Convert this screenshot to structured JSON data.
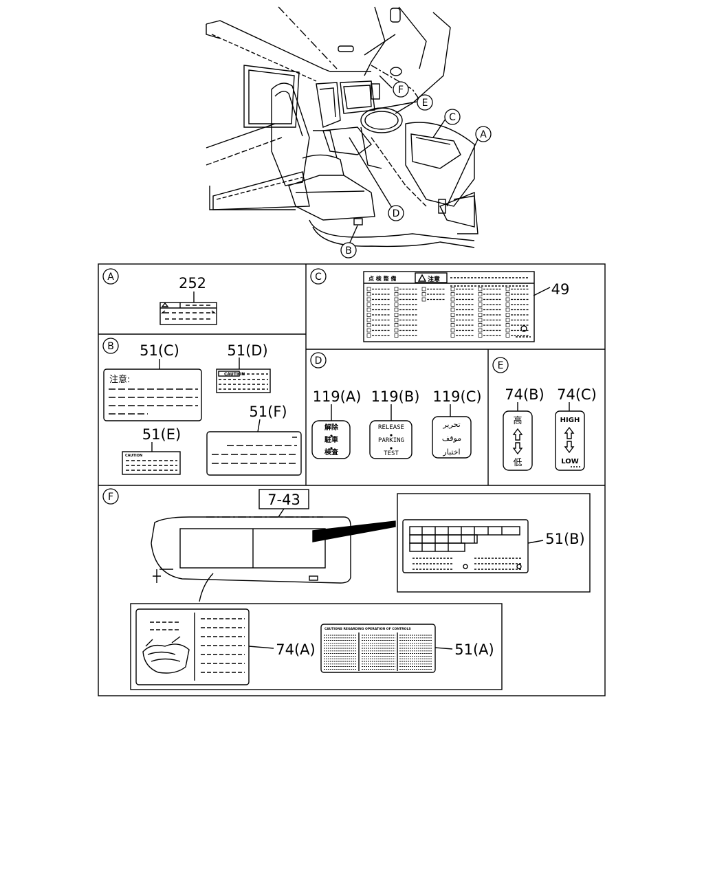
{
  "callouts": {
    "A": "A",
    "B": "B",
    "C": "C",
    "D": "D",
    "E": "E",
    "F": "F"
  },
  "panels": {
    "A": {
      "letter": "A",
      "part": "252"
    },
    "B": {
      "letter": "B",
      "labels": [
        {
          "part": "51(C)",
          "heading": "注意:"
        },
        {
          "part": "51(D)",
          "heading": "CAUTION"
        },
        {
          "part": "51(E)",
          "heading": "CAUTION"
        },
        {
          "part": "51(F)"
        }
      ]
    },
    "C": {
      "letter": "C",
      "part": "49",
      "header_left": "点 検 整 備",
      "header_right": "注意"
    },
    "D": {
      "letter": "D",
      "knobs": [
        {
          "part": "119(A)",
          "lines": [
            "解除",
            "駐車",
            "検査"
          ]
        },
        {
          "part": "119(B)",
          "lines": [
            "RELEASE",
            "PARKING",
            "TEST"
          ]
        },
        {
          "part": "119(C)",
          "lines": [
            "تحرير",
            "موقف",
            "اختبار"
          ]
        }
      ]
    },
    "E": {
      "letter": "E",
      "switches": [
        {
          "part": "74(B)",
          "top": "高",
          "bottom": "低"
        },
        {
          "part": "74(C)",
          "top": "HIGH",
          "bottom": "LOW"
        }
      ]
    },
    "F": {
      "letter": "F",
      "ref": "7-43",
      "parts": [
        "51(B)",
        "74(A)",
        "51(A)"
      ],
      "sheet_title": "CAUTIONS REGARDING OPERATION OF CONTROLS"
    }
  },
  "colors": {
    "line": "#000000",
    "background": "#ffffff"
  }
}
